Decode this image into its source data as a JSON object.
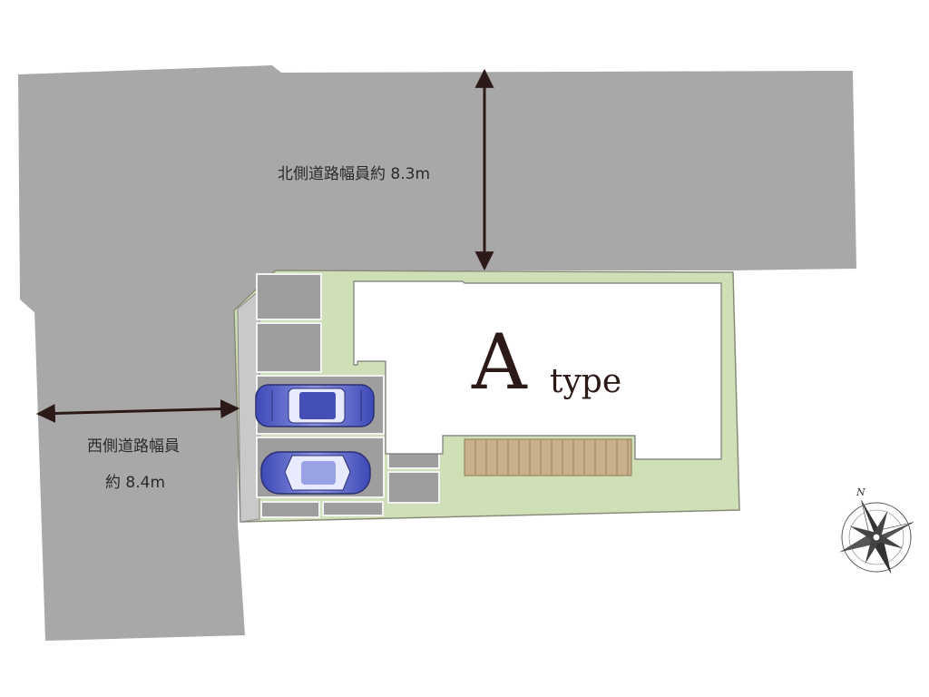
{
  "north_road": {
    "label": "北側道路幅員約 8.3m"
  },
  "west_road": {
    "label_line1": "西側道路幅員",
    "label_line2": "約 8.4m"
  },
  "house": {
    "letter": "A",
    "type_word": "type"
  },
  "compass": {
    "north_letter": "N"
  },
  "colors": {
    "road": "#a8a8a8",
    "lot": "#cfe0b6",
    "building": "#ffffff",
    "parking": "#9e9e9e",
    "deck": "#c9b08a",
    "arrow": "#2b1a17",
    "car": "#5560c8"
  }
}
